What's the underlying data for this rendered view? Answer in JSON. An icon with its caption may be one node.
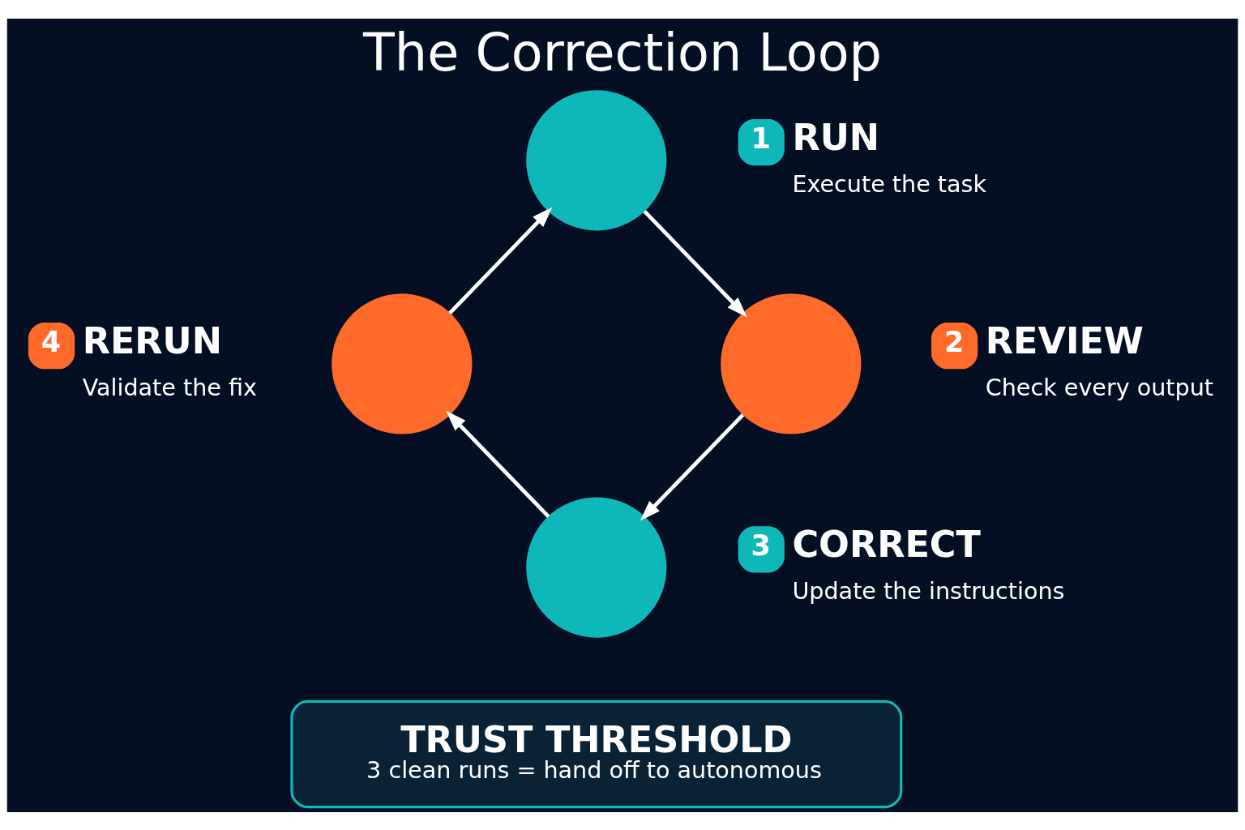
{
  "diagram": {
    "title": "The Correction Loop",
    "nodes": [
      {
        "text": [],
        "shape": "circle",
        "beside": [
          "1",
          "RUN",
          "Execute the task"
        ]
      },
      {
        "text": [],
        "shape": "circle",
        "beside": [
          "2",
          "REVIEW",
          "Check every output"
        ]
      },
      {
        "text": [],
        "shape": "circle",
        "beside": [
          "3",
          "CORRECT",
          "Update the instructions"
        ]
      },
      {
        "text": [],
        "shape": "circle",
        "beside": [
          "4",
          "RERUN",
          "Validate the fix"
        ]
      },
      {
        "text": [
          "TRUST THRESHOLD",
          "3 clean runs = hand off to autonomous"
        ]
      }
    ],
    "edges": [
      {
        "from": 0,
        "to": 1,
        "arrow": "to"
      },
      {
        "from": 1,
        "to": 2,
        "arrow": "to"
      },
      {
        "from": 2,
        "to": 3,
        "arrow": "to"
      },
      {
        "from": 3,
        "to": 0,
        "arrow": "to"
      }
    ]
  }
}
